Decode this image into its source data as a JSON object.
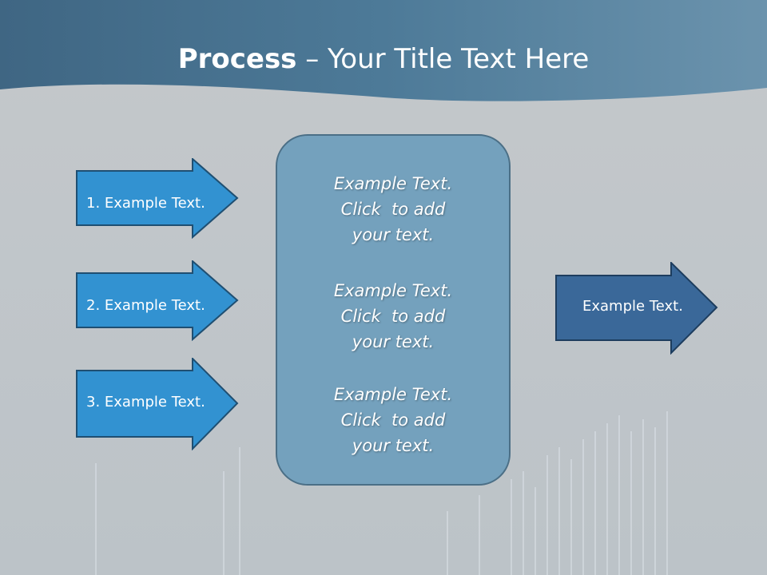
{
  "title": {
    "bold": "Process",
    "rest": " – Your Title Text Here"
  },
  "colors": {
    "header": "#4f7894",
    "background": "#c3c7ca",
    "input_arrow": "#3292d1",
    "output_arrow": "#3a6899",
    "center_box": "#74a1bd"
  },
  "inputs": [
    {
      "label": "1. Example Text."
    },
    {
      "label": "2. Example Text."
    },
    {
      "label": "3. Example Text."
    }
  ],
  "center_blocks": [
    {
      "lines": [
        "Example Text.",
        "Click  to add",
        "your text."
      ]
    },
    {
      "lines": [
        "Example Text.",
        "Click  to add",
        "your text."
      ]
    },
    {
      "lines": [
        "Example Text.",
        "Click  to add",
        "your text."
      ]
    }
  ],
  "output": {
    "label": "Example Text."
  }
}
